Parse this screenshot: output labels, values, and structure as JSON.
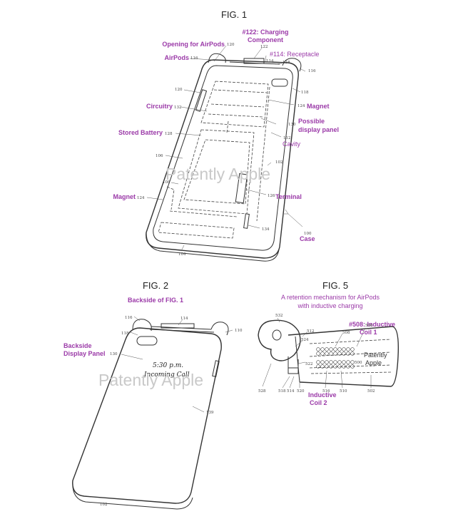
{
  "figures": {
    "fig1": {
      "title": "FIG. 1",
      "labels": {
        "charging": "#122: Charging\nComponent",
        "opening": "Opening for AirPods",
        "receptacle": "#114: Receptacle",
        "airpods": "AirPods",
        "magnet_top": "Magnet",
        "circuitry": "Circuitry",
        "display": "Possible\ndisplay panel",
        "cavity": "Cavity",
        "battery": "Stored Battery",
        "magnet_bottom": "Magnet",
        "terminal": "Terminal",
        "case": "Case"
      },
      "numbers": {
        "n120a": "120",
        "n122": "122",
        "n114": "114",
        "n116a": "116",
        "n118a": "118",
        "n116b": "116",
        "n120b": "120",
        "n118b": "118",
        "n124a": "124",
        "n132": "132",
        "n130": "130",
        "n112": "112",
        "n128": "128",
        "n106": "106",
        "n102": "102",
        "n108": "108",
        "n126": "126",
        "n124b": "124",
        "n134": "134",
        "n100": "100",
        "n104": "104"
      },
      "watermark": "Patently Apple"
    },
    "fig2": {
      "title": "FIG. 2",
      "subtitle": "Backside of FIG. 1",
      "labels": {
        "backside": "Backside\nDisplay Panel"
      },
      "screen_time": "5:30 p.m.",
      "screen_msg": "Incoming Call",
      "numbers": {
        "n116": "116",
        "n114": "114",
        "n118": "118",
        "n110": "110",
        "n130": "130",
        "n139": "139",
        "n102": "102"
      },
      "watermark": "Patently Apple"
    },
    "fig5": {
      "title": "FIG. 5",
      "subtitle": "A retention mechanism for AirPods\nwith inductive charging",
      "labels": {
        "coil1": "#508: Inductive\nCoil 1",
        "coil2": "Inductive\nCoil 2"
      },
      "numbers": {
        "n532": "532",
        "n512": "512",
        "n508": "508",
        "n506": "506",
        "n524": "524",
        "n522": "522",
        "n528": "528",
        "n518": "518",
        "n514": "514",
        "n520": "520",
        "n516": "516",
        "n510": "510",
        "n502": "502",
        "n500": "500"
      },
      "watermark": "Patently\nApple"
    }
  }
}
